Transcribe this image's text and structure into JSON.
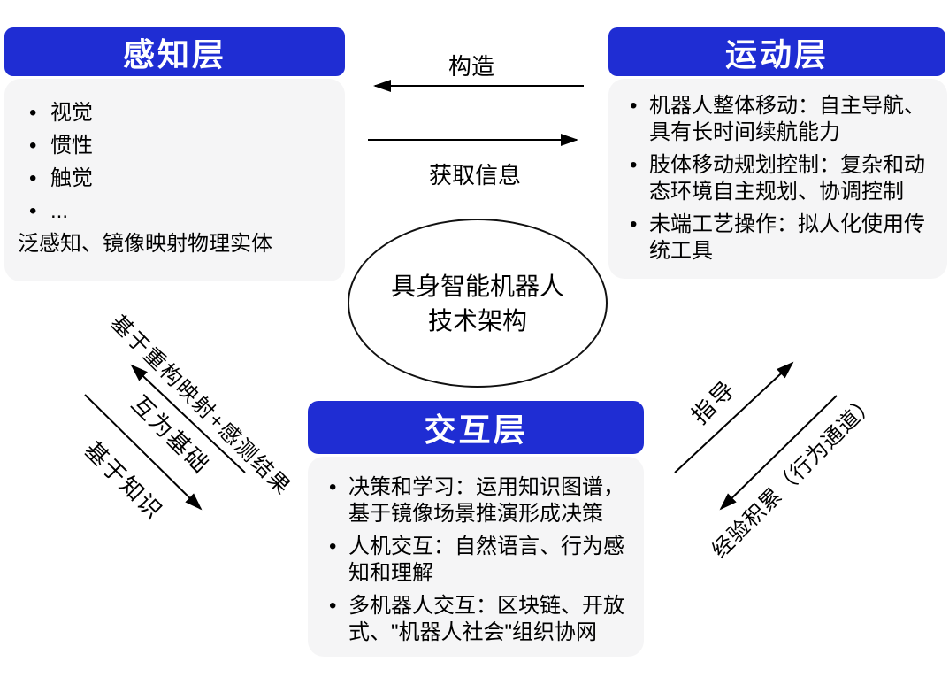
{
  "colors": {
    "accent_blue": "#1F2DD3",
    "panel_gray": "#F5F5F6",
    "ink": "#000000"
  },
  "glyphs": {
    "bullet": "•"
  },
  "center_ellipse": {
    "line1": "具身智能机器人",
    "line2": "技术架构"
  },
  "layers": {
    "perception": {
      "title": "感知层",
      "bullets": [
        "视觉",
        "惯性",
        "触觉",
        "..."
      ],
      "footer": "泛感知、镜像映射物理实体"
    },
    "motion": {
      "title": "运动层",
      "bullets": [
        "机器人整体移动：自主导航、具有长时间续航能力",
        "肢体移动规划控制：复杂和动态环境自主规划、协调控制",
        "未端工艺操作：拟人化使用传统工具"
      ]
    },
    "interaction": {
      "title": "交互层",
      "bullets": [
        "决策和学习：运用知识图谱，基于镜像场景推演形成决策",
        "人机交互：自然语言、行为感知和理解",
        "多机器人交互：区块链、开放式、\"机器人社会\"组织协网"
      ]
    }
  },
  "relations": {
    "construct": "构造",
    "acquire_info": "获取信息",
    "left_top": "基于重构映射+感测结果",
    "left_middle": "互为基础",
    "left_bottom": "基于知识",
    "right_top": "指导",
    "right_bottom": "经验积累（行为通道）"
  }
}
